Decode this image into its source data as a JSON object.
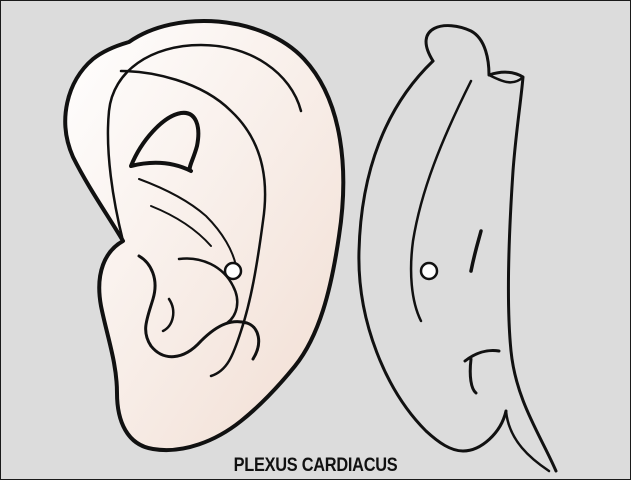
{
  "caption": "PLEXUS CARDIACUS",
  "colors": {
    "background": "#dcdcdc",
    "ear_fill_light": "#ffffff",
    "ear_fill_skin": "#f3e2d8",
    "outline": "#111111",
    "point_fill": "#ffffff"
  },
  "figures": [
    {
      "name": "ear-front-view",
      "point": "plexus-cardiacus-point"
    },
    {
      "name": "ear-back-view",
      "point": "plexus-cardiacus-point"
    }
  ]
}
